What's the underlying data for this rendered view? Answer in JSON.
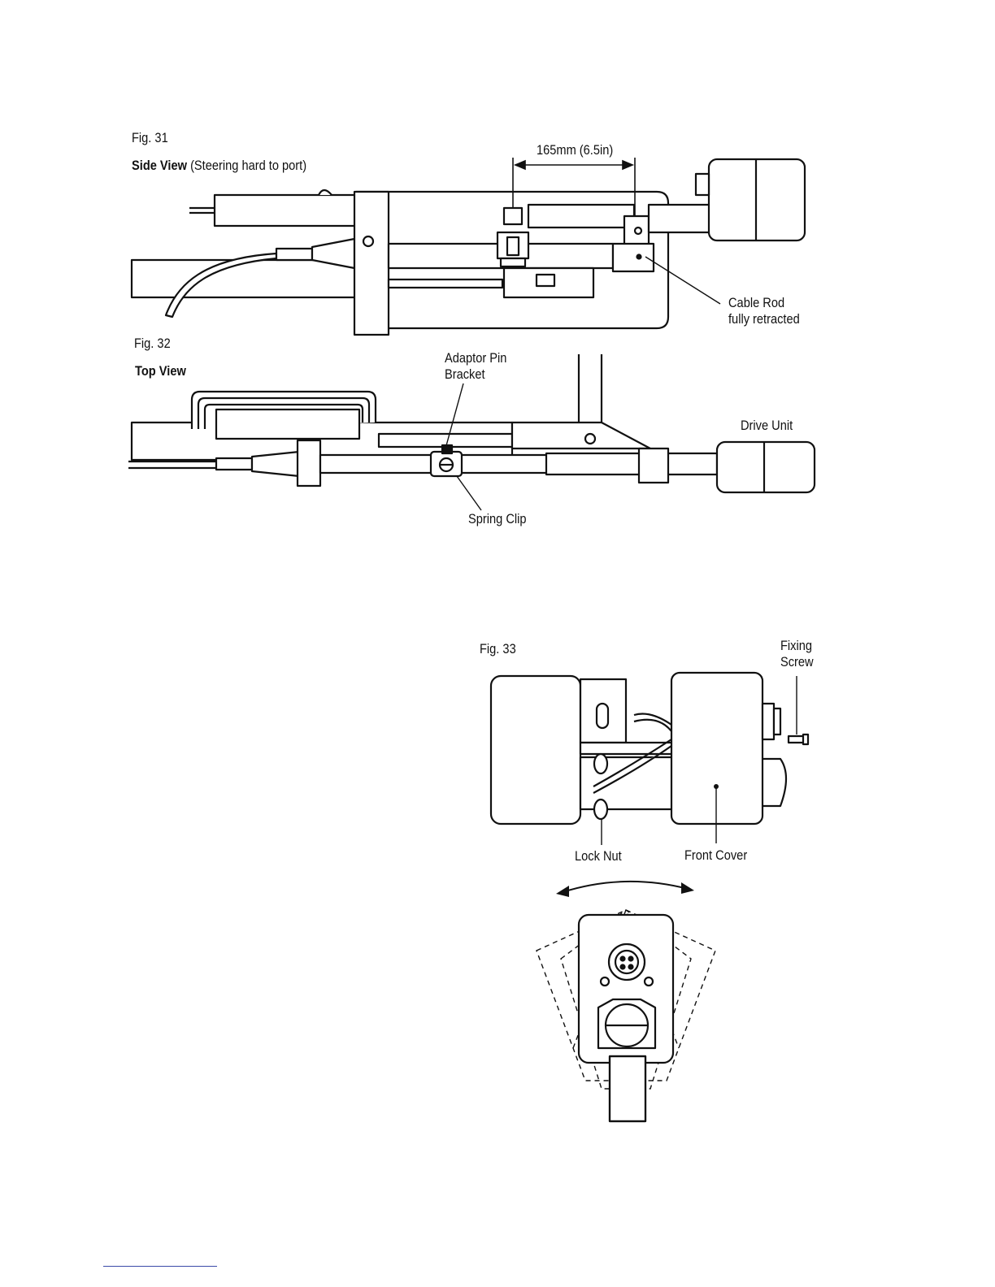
{
  "fig31": {
    "caption": "Fig. 31",
    "view_title": "Side View",
    "view_note": "(Steering hard to port)",
    "dimension": "165mm (6.5in)",
    "callout_cable_rod_line1": "Cable Rod",
    "callout_cable_rod_line2": "fully retracted"
  },
  "fig32": {
    "caption": "Fig. 32",
    "view_title": "Top View",
    "callout_adaptor_line1": "Adaptor Pin",
    "callout_adaptor_line2": "Bracket",
    "callout_drive_unit": "Drive Unit",
    "callout_spring_clip": "Spring Clip"
  },
  "fig33": {
    "caption": "Fig. 33",
    "callout_fixing_line1": "Fixing",
    "callout_fixing_line2": "Screw",
    "callout_lock_nut": "Lock Nut",
    "callout_front_cover": "Front Cover"
  }
}
